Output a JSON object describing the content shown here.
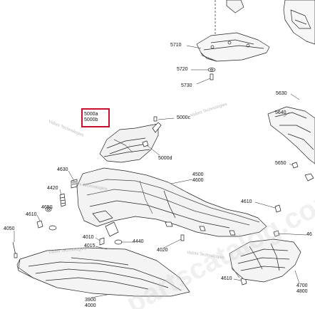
{
  "diagram": {
    "highlight_color": "#c8102e",
    "watermark": "Vidoni Technologies",
    "big_watermark": "partscatalog.com",
    "callouts": {
      "c5710": "5710",
      "c5720": "5720",
      "c5730": "5730",
      "c5630": "5630",
      "c5640": "5640",
      "c5650": "5650",
      "c5000a": "5000a",
      "c5000b": "5000b",
      "c5000c": "5000c",
      "c5000d": "5000d",
      "c4630": "4630",
      "c4420": "4420",
      "c4650": "4650",
      "c4610a": "4610",
      "c4050": "4050",
      "c4500": "4500",
      "c4600": "4600",
      "c4610b": "4610",
      "c4610c": "4610",
      "c4010": "4010",
      "c4015": "4015",
      "c4440": "4440",
      "c4020": "4020",
      "c3900": "3900",
      "c4000": "4000",
      "c4700": "4700",
      "c4800": "4800",
      "c46_edge": "46"
    }
  }
}
